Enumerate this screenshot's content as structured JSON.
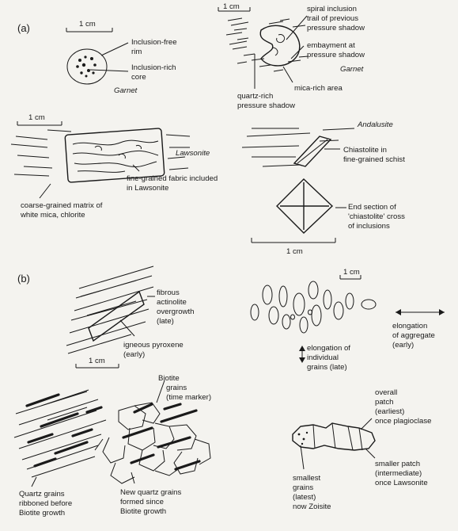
{
  "panels": {
    "a": "(a)",
    "b": "(b)"
  },
  "scale": "1 cm",
  "garnet1": {
    "rim": "Inclusion-free",
    "rim2": "rim",
    "core": "Inclusion-rich",
    "core2": "core",
    "name": "Garnet"
  },
  "garnet2": {
    "spiral": [
      "spiral inclusion",
      "trail of previous",
      "pressure shadow"
    ],
    "embay": [
      "embayment at",
      "pressure shadow"
    ],
    "name": "Garnet",
    "quartz": [
      "quartz-rich",
      "pressure shadow"
    ],
    "mica": "mica-rich area"
  },
  "lawsonite": {
    "name": "Lawsonite",
    "fine": [
      "fine-grained fabric included",
      "in Lawsonite"
    ],
    "matrix": [
      "coarse-grained matrix of",
      "white mica, chlorite"
    ]
  },
  "andalusite": {
    "name": "Andalusite",
    "chiast": [
      "Chiastolite in",
      "fine-grained schist"
    ],
    "end": [
      "End section of",
      "'chiastolite' cross",
      "of inclusions"
    ]
  },
  "actinolite": {
    "fibrous": [
      "fibrous",
      "actinolite",
      "overgrowth",
      "(late)"
    ],
    "pyrox": [
      "igneous pyroxene",
      "(early)"
    ]
  },
  "aggregate": {
    "agg": [
      "elongation",
      "of aggregate",
      "(early)"
    ],
    "ind": [
      "elongation of",
      "individual",
      "grains (late)"
    ]
  },
  "biotite": {
    "grains": [
      "Biotite",
      "grains",
      "(time marker)"
    ],
    "quartz": [
      "Quartz grains",
      "ribboned before",
      "Biotite growth"
    ],
    "newq": [
      "New quartz grains",
      "formed since",
      "Biotite growth"
    ]
  },
  "patch": {
    "overall": [
      "overall",
      "patch",
      "(earliest)",
      "once plagioclase"
    ],
    "smaller": [
      "smaller patch",
      "(intermediate)",
      "once Lawsonite"
    ],
    "smallest": [
      "smallest",
      "grains",
      "(latest)",
      "now Zoisite"
    ]
  }
}
